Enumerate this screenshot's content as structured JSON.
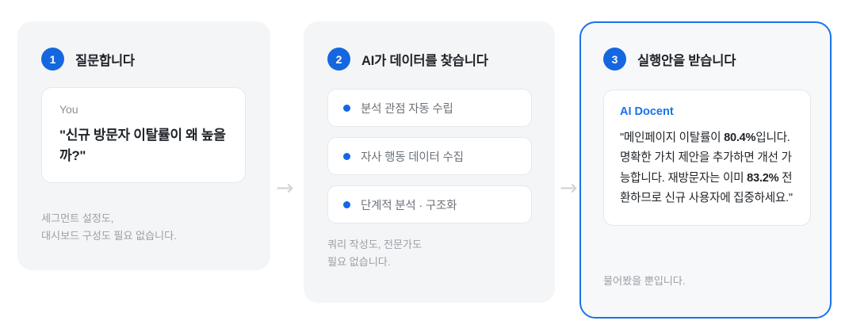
{
  "theme": {
    "accent_blue": "#1567e0",
    "link_blue": "#1a73e8",
    "card_bg": "#f4f5f7",
    "muted_text": "#9ba0a6",
    "body_text": "#1f2328"
  },
  "flow": {
    "arrow_icon": "→",
    "steps": [
      {
        "number": "1",
        "title": "질문합니다",
        "bubble": {
          "author": "You",
          "text": "\"신규 방문자 이탈률이\n왜 높을까?\""
        },
        "footnote": "세그먼트 설정도,\n대시보드 구성도 필요 없습니다."
      },
      {
        "number": "2",
        "title": "AI가 데이터를 찾습니다",
        "items": [
          {
            "label": "분석 관점 자동 수립"
          },
          {
            "label": "자사 행동 데이터 수집"
          },
          {
            "label": "단계적 분석 · 구조화"
          }
        ],
        "footnote": "쿼리 작성도, 전문가도\n필요 없습니다."
      },
      {
        "number": "3",
        "title": "실행안을 받습니다",
        "highlighted": true,
        "answer": {
          "author": "AI Docent",
          "segments": [
            {
              "text": "\"메인페이지 이탈률이 ",
              "bold": false
            },
            {
              "text": "80.4%",
              "bold": true
            },
            {
              "text": "입니다. 명확한 가치 제안을 추가하면 개선 가능합니다. 재방문자는 이미 ",
              "bold": false
            },
            {
              "text": "83.2%",
              "bold": true
            },
            {
              "text": " 전환하므로 신규 사용자에 집중하세요.\"",
              "bold": false
            }
          ]
        },
        "footnote": "물어봤을 뿐입니다."
      }
    ]
  }
}
